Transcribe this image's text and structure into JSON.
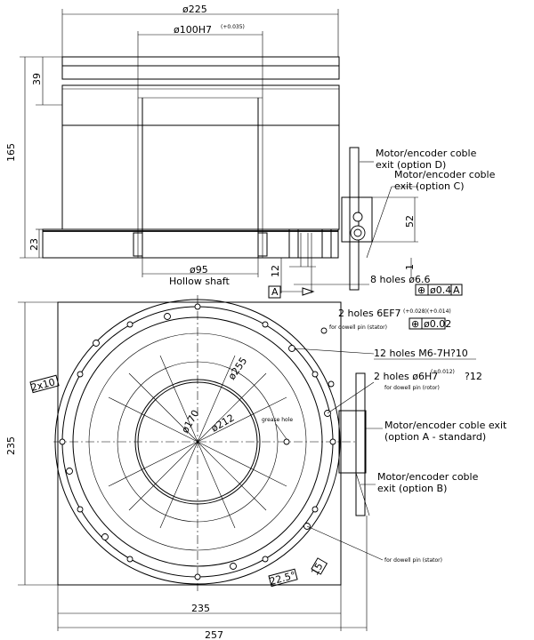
{
  "dimensions": {
    "d225": "ø225",
    "d100h7": "ø100H7",
    "d100h7_tol": "(+0.035)",
    "d39": "39",
    "d165": "165",
    "d23": "23",
    "d95": "ø95",
    "hollow_shaft": "Hollow shaft",
    "d12": "12",
    "d52": "52",
    "d1": "1",
    "d235_vert": "235",
    "d235_horiz": "235",
    "d257": "257",
    "d255": "ø255",
    "d170": "ø170",
    "d212": "ø212",
    "d2x10": "2x10",
    "d2x57": "22.5°",
    "d15": "15"
  },
  "callouts": {
    "exit_d_line1": "Motor/encoder coble",
    "exit_d_line2": "exit (option D)",
    "exit_c_line1": "Motor/encoder coble",
    "exit_c_line2": "exit  (option C)",
    "holes_8": "8  holes ø6.6",
    "tol_04": "ø0.4",
    "datum_a": "A",
    "holes_2_6ef7": "2 holes 6EF7",
    "holes_2_tol": "(+0.028)(+0.014)",
    "tol_002": "ø0.02",
    "dowel_stator_1": "for dowell pin (stator)",
    "holes_12": "12  holes  M6-7H?10",
    "holes_2_6h7": "2  holes  ø6H7",
    "holes_2_6h7_tol": "(+0.012)",
    "holes_2_6h7_depth": "?12",
    "dowel_rotor": "for dowell pin (rotor)",
    "exit_a_line1": "Motor/encoder coble exit",
    "exit_a_line2": "(option A - standard)",
    "exit_b_line1": "Motor/encoder coble",
    "exit_b_line2": "exit  (option B)",
    "grease_hole": "grease hole",
    "dowel_stator_2": "for dowell pin (stator)"
  },
  "symbols": {
    "position_glyph": "⊕"
  }
}
